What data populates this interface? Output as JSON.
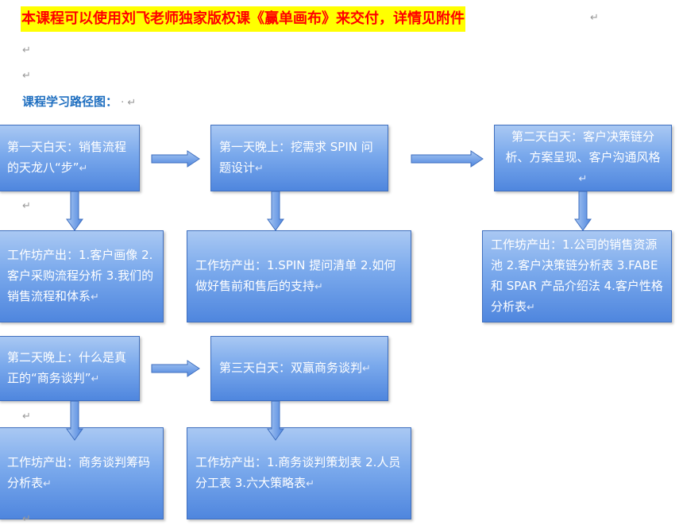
{
  "header": {
    "notice": "本课程可以使用刘飞老师独家版权课《赢单画布》来交付，详情见附件",
    "para_mark": "↵"
  },
  "section": {
    "title": "课程学习路径图：",
    "title_tail": " · ↵"
  },
  "stages": [
    {
      "text": "第一天白天：销售流程的天龙八“步”"
    },
    {
      "text": "第一天晚上：挖需求 SPIN 问题设计"
    },
    {
      "text": "第二天白天：客户决策链分析、方案呈现、客户沟通风格"
    },
    {
      "text": "第二天晚上：什么是真正的“商务谈判”"
    },
    {
      "text": "第三天白天：双赢商务谈判"
    }
  ],
  "outputs": [
    {
      "text": "工作坊产出：1.客户画像 2.客户采购流程分析 3.我们的销售流程和体系"
    },
    {
      "text": "工作坊产出：1.SPIN 提问清单 2.如何做好售前和售后的支持"
    },
    {
      "text": "工作坊产出：1.公司的销售资源池 2.客户决策链分析表 3.FABE 和 SPAR 产品介绍法 4.客户性格分析表"
    },
    {
      "text": "工作坊产出：商务谈判筹码分析表"
    },
    {
      "text": "工作坊产出：1.商务谈判策划表 2.人员分工表 3.六大策略表"
    }
  ],
  "colors": {
    "notice_text": "#ff0000",
    "notice_highlight": "#ffff00",
    "title_blue": "#1f6fc0",
    "box_fill": "#6f9fe8",
    "box_border": "#3f6fbf"
  }
}
